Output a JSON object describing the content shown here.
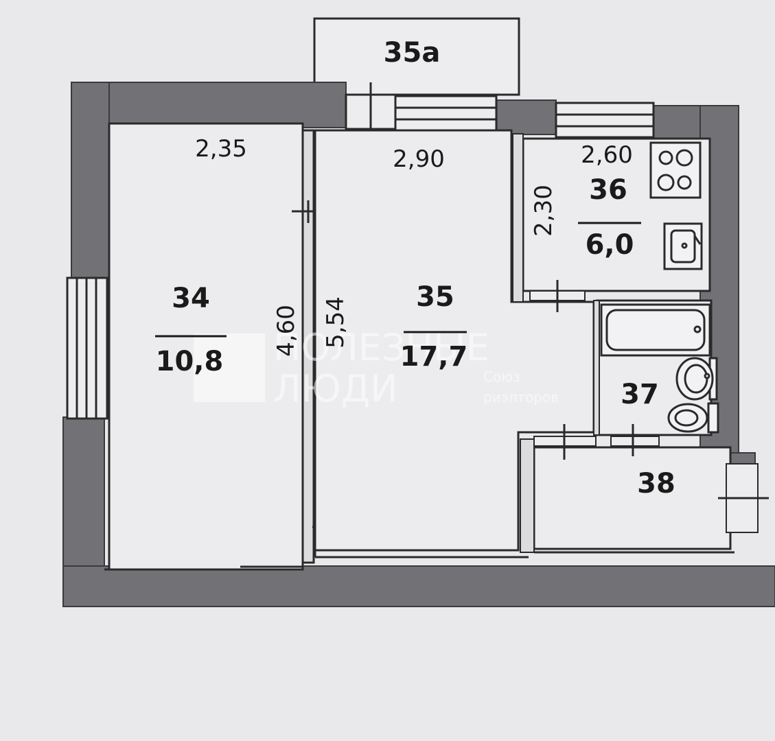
{
  "balcony": {
    "label": "35а"
  },
  "rooms": [
    {
      "id": "34",
      "area": "10,8"
    },
    {
      "id": "35",
      "area": "17,7"
    },
    {
      "id": "36",
      "area": "6,0"
    },
    {
      "id": "37"
    },
    {
      "id": "38"
    }
  ],
  "dimensions": {
    "room34_width": "2,35",
    "room34_length": "4,60",
    "room35_width": "2,90",
    "room35_length": "5,54",
    "room36_width": "2,60",
    "room36_depth": "2,30"
  },
  "watermark": {
    "line1": "ПОЛЕЗНЫЕ",
    "line2": "ЛЮДИ",
    "tag1": "Союз",
    "tag2": "риэлторов"
  },
  "colors": {
    "paper": "#e9e9eb",
    "wall": "#6f6f73",
    "line": "#2a2a2a",
    "room": "#ececee"
  }
}
